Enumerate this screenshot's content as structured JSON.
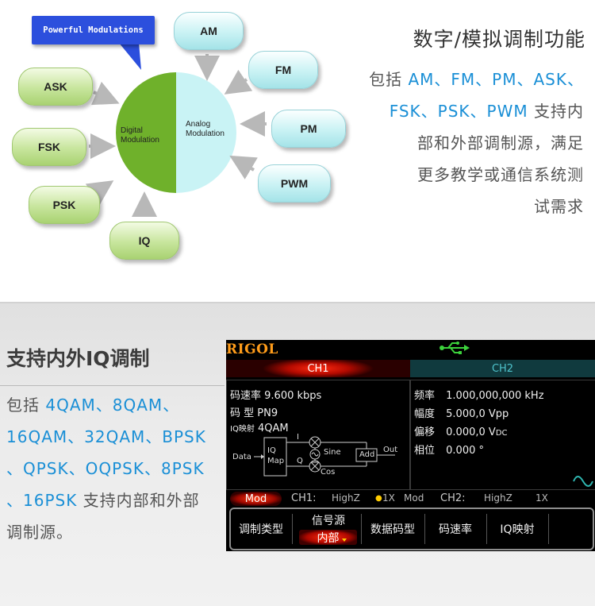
{
  "colors": {
    "accent_blue": "#1a8fd6",
    "rigol_orange": "#ff9c1a",
    "ch1_red": "#e01000",
    "ch2_cyan": "#4fc3cc"
  },
  "diagram": {
    "callout": "Powerful Modulations",
    "digital_label": [
      "Digital",
      "Modulation"
    ],
    "analog_label": [
      "Analog",
      "Modulation"
    ],
    "nodes": {
      "am": "AM",
      "fm": "FM",
      "pm": "PM",
      "pwm": "PWM",
      "ask": "ASK",
      "fsk": "FSK",
      "psk": "PSK",
      "iq": "IQ"
    }
  },
  "top_text": {
    "title": "数字/模拟调制功能",
    "l1_pre": "包括 ",
    "l1_blue": "AM、FM、PM、ASK、",
    "l2_blue": "FSK、PSK、PWM",
    "l2_post": " 支持内",
    "l3": "部和外部调制源，满足",
    "l4": "更多教学或通信系统测",
    "l5": "试需求"
  },
  "bottom_text": {
    "title": "支持内外IQ调制",
    "l1_pre": "包括 ",
    "l1_blue": "4QAM、8QAM、",
    "l2_blue": "16QAM、32QAM、BPSK",
    "l3_blue": "、QPSK、OQPSK、8PSK",
    "l4_blue": "、16PSK",
    "l4_post": " 支持内部和外部",
    "l5": "调制源。"
  },
  "screen": {
    "logo": "RIGOL",
    "tab_ch1": "CH1",
    "tab_ch2": "CH2",
    "left": {
      "rate_label": "码速率",
      "rate_value": "9.600 kbps",
      "code_label": "码  型",
      "code_value": "PN9",
      "iq_label": "IQ映射",
      "iq_value": "4QAM",
      "block_data": "Data",
      "block_iq": "IQ",
      "block_map": "Map",
      "sine": "Sine",
      "cos": "Cos",
      "add": "Add",
      "out": "Out",
      "i": "I",
      "q": "Q"
    },
    "right": {
      "freq_label": "频率",
      "freq_value": "1.000,000,000 kHz",
      "amp_label": "幅度",
      "amp_value": "5.000,0 Vpp",
      "offset_label": "偏移",
      "offset_value": "0.000,0 V",
      "offset_unit_sub": "DC",
      "phase_label": "相位",
      "phase_value": "0.000 °"
    },
    "status": {
      "mod": "Mod",
      "ch1": "CH1:",
      "ch1_imp": "HighZ",
      "ch1_x": "1X",
      "ch1_mod": "Mod",
      "ch2": "CH2:",
      "ch2_imp": "HighZ",
      "ch2_x": "1X"
    },
    "menu": {
      "mod_type": "调制类型",
      "src_title": "信号源",
      "src_value": "内部",
      "data_code": "数据码型",
      "code_rate": "码速率",
      "iq_map": "IQ映射"
    }
  }
}
